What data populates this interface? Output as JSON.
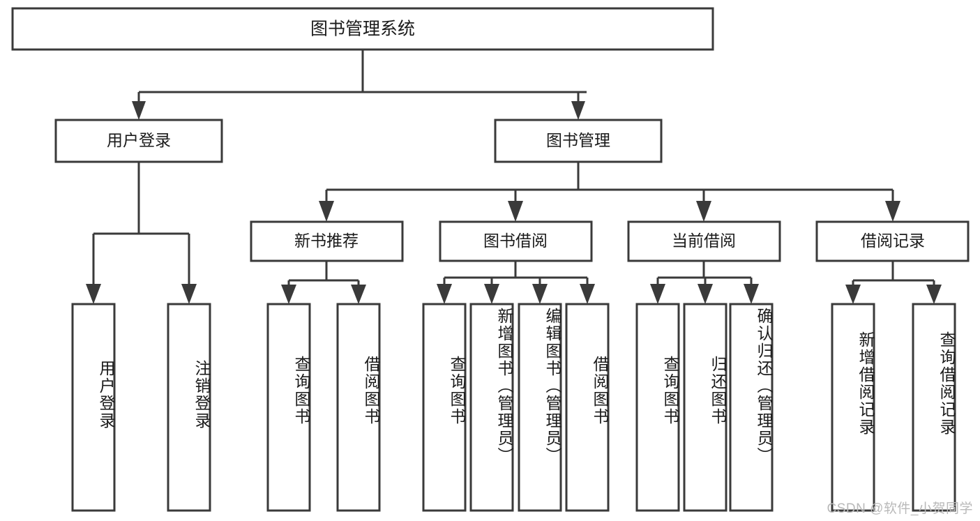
{
  "diagram": {
    "type": "hierarchy-tree",
    "title": "图书管理系统",
    "watermark": "CSDN @软件_小贺同学",
    "colors": {
      "stroke": "#3a3a3a",
      "fill": "#ffffff",
      "text": "#1a1a1a",
      "watermark": "#b9b9b9"
    },
    "levels": {
      "level1": {
        "label": "图书管理系统"
      },
      "level2": [
        {
          "id": "user-login",
          "label": "用户登录"
        },
        {
          "id": "book-management",
          "label": "图书管理"
        }
      ],
      "level3": [
        {
          "id": "new-book-recommend",
          "label": "新书推荐",
          "parent": "book-management"
        },
        {
          "id": "book-borrow",
          "label": "图书借阅",
          "parent": "book-management"
        },
        {
          "id": "current-borrow",
          "label": "当前借阅",
          "parent": "book-management"
        },
        {
          "id": "borrow-record",
          "label": "借阅记录",
          "parent": "book-management"
        }
      ],
      "leaves": [
        {
          "id": "leaf-user-login",
          "label": "用户登录",
          "parent": "user-login"
        },
        {
          "id": "leaf-logout-login",
          "label": "注销登录",
          "parent": "user-login"
        },
        {
          "id": "leaf-query-book-1",
          "label": "查询图书",
          "parent": "new-book-recommend"
        },
        {
          "id": "leaf-borrow-book-1",
          "label": "借阅图书",
          "parent": "new-book-recommend"
        },
        {
          "id": "leaf-query-book-2",
          "label": "查询图书",
          "parent": "book-borrow"
        },
        {
          "id": "leaf-add-book",
          "label": "新增图书（管理员）",
          "parent": "book-borrow"
        },
        {
          "id": "leaf-edit-book",
          "label": "编辑图书（管理员）",
          "parent": "book-borrow"
        },
        {
          "id": "leaf-borrow-book-2",
          "label": "借阅图书",
          "parent": "book-borrow"
        },
        {
          "id": "leaf-query-book-3",
          "label": "查询图书",
          "parent": "current-borrow"
        },
        {
          "id": "leaf-return-book",
          "label": "归还图书",
          "parent": "current-borrow"
        },
        {
          "id": "leaf-confirm-return",
          "label": "确认归还（管理员）",
          "parent": "current-borrow"
        },
        {
          "id": "leaf-add-record",
          "label": "新增借阅记录",
          "parent": "borrow-record"
        },
        {
          "id": "leaf-query-record",
          "label": "查询借阅记录",
          "parent": "borrow-record"
        }
      ]
    }
  }
}
